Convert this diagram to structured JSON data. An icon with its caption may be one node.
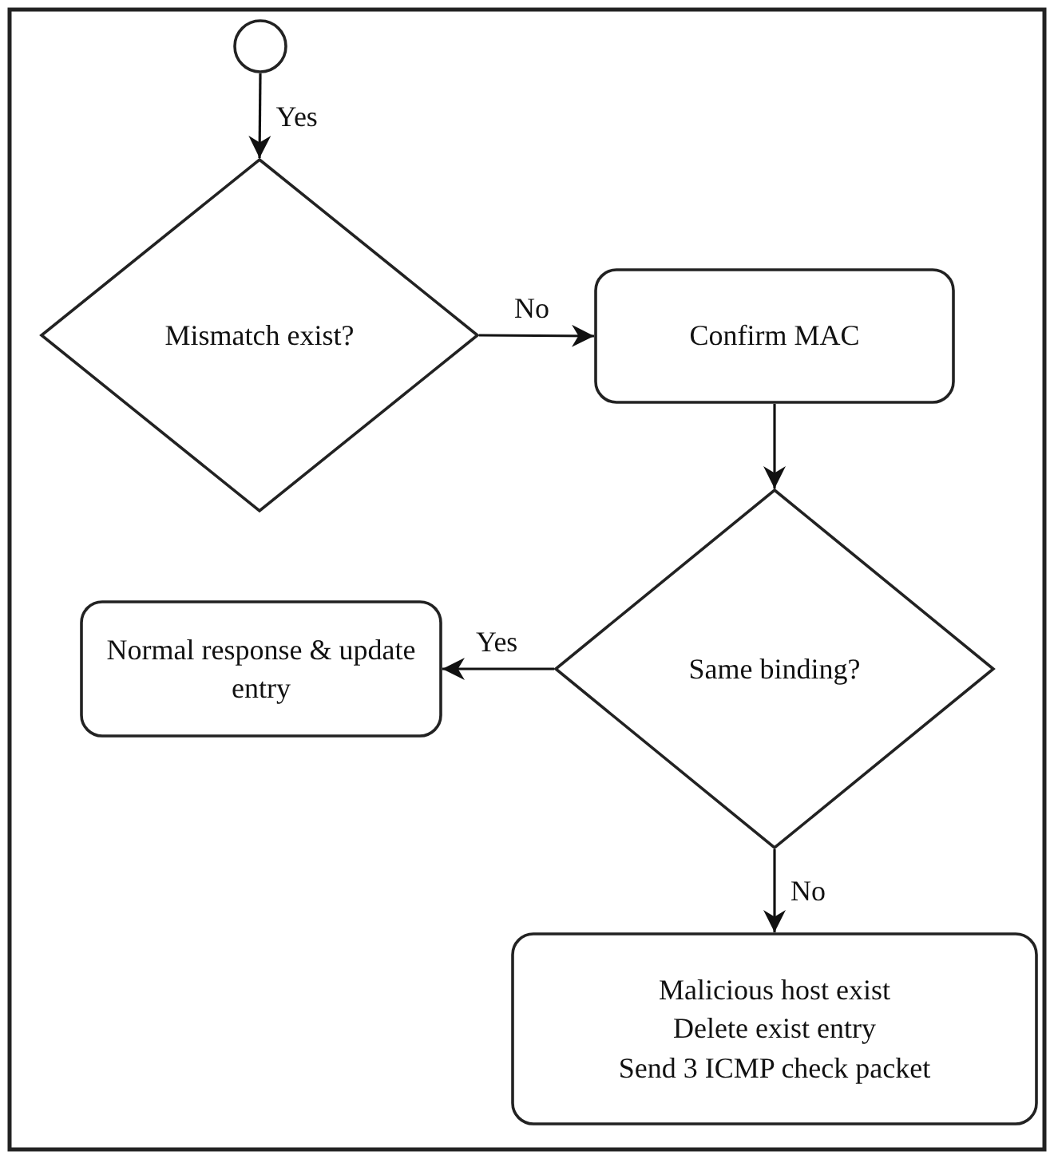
{
  "diagram": {
    "nodes": [
      {
        "text": [],
        "shape": "circle"
      },
      {
        "text": [
          "Mismatch exist?"
        ]
      },
      {
        "text": [
          "Confirm MAC"
        ]
      },
      {
        "text": [
          "Same binding?"
        ]
      },
      {
        "text": [
          "Normal response & update entry"
        ]
      },
      {
        "text": [
          "Malicious host exist",
          "Delete exist entry",
          "Send 3 ICMP check packet"
        ]
      }
    ],
    "edges": [
      {
        "from": 0,
        "to": 1,
        "arrow": "to",
        "label": "Yes"
      },
      {
        "from": 1,
        "to": 2,
        "arrow": "to",
        "label": "No"
      },
      {
        "from": 2,
        "to": 3,
        "arrow": "to"
      },
      {
        "from": 3,
        "to": 4,
        "arrow": "to",
        "label": "Yes"
      },
      {
        "from": 3,
        "to": 5,
        "arrow": "to",
        "label": "No"
      }
    ]
  }
}
